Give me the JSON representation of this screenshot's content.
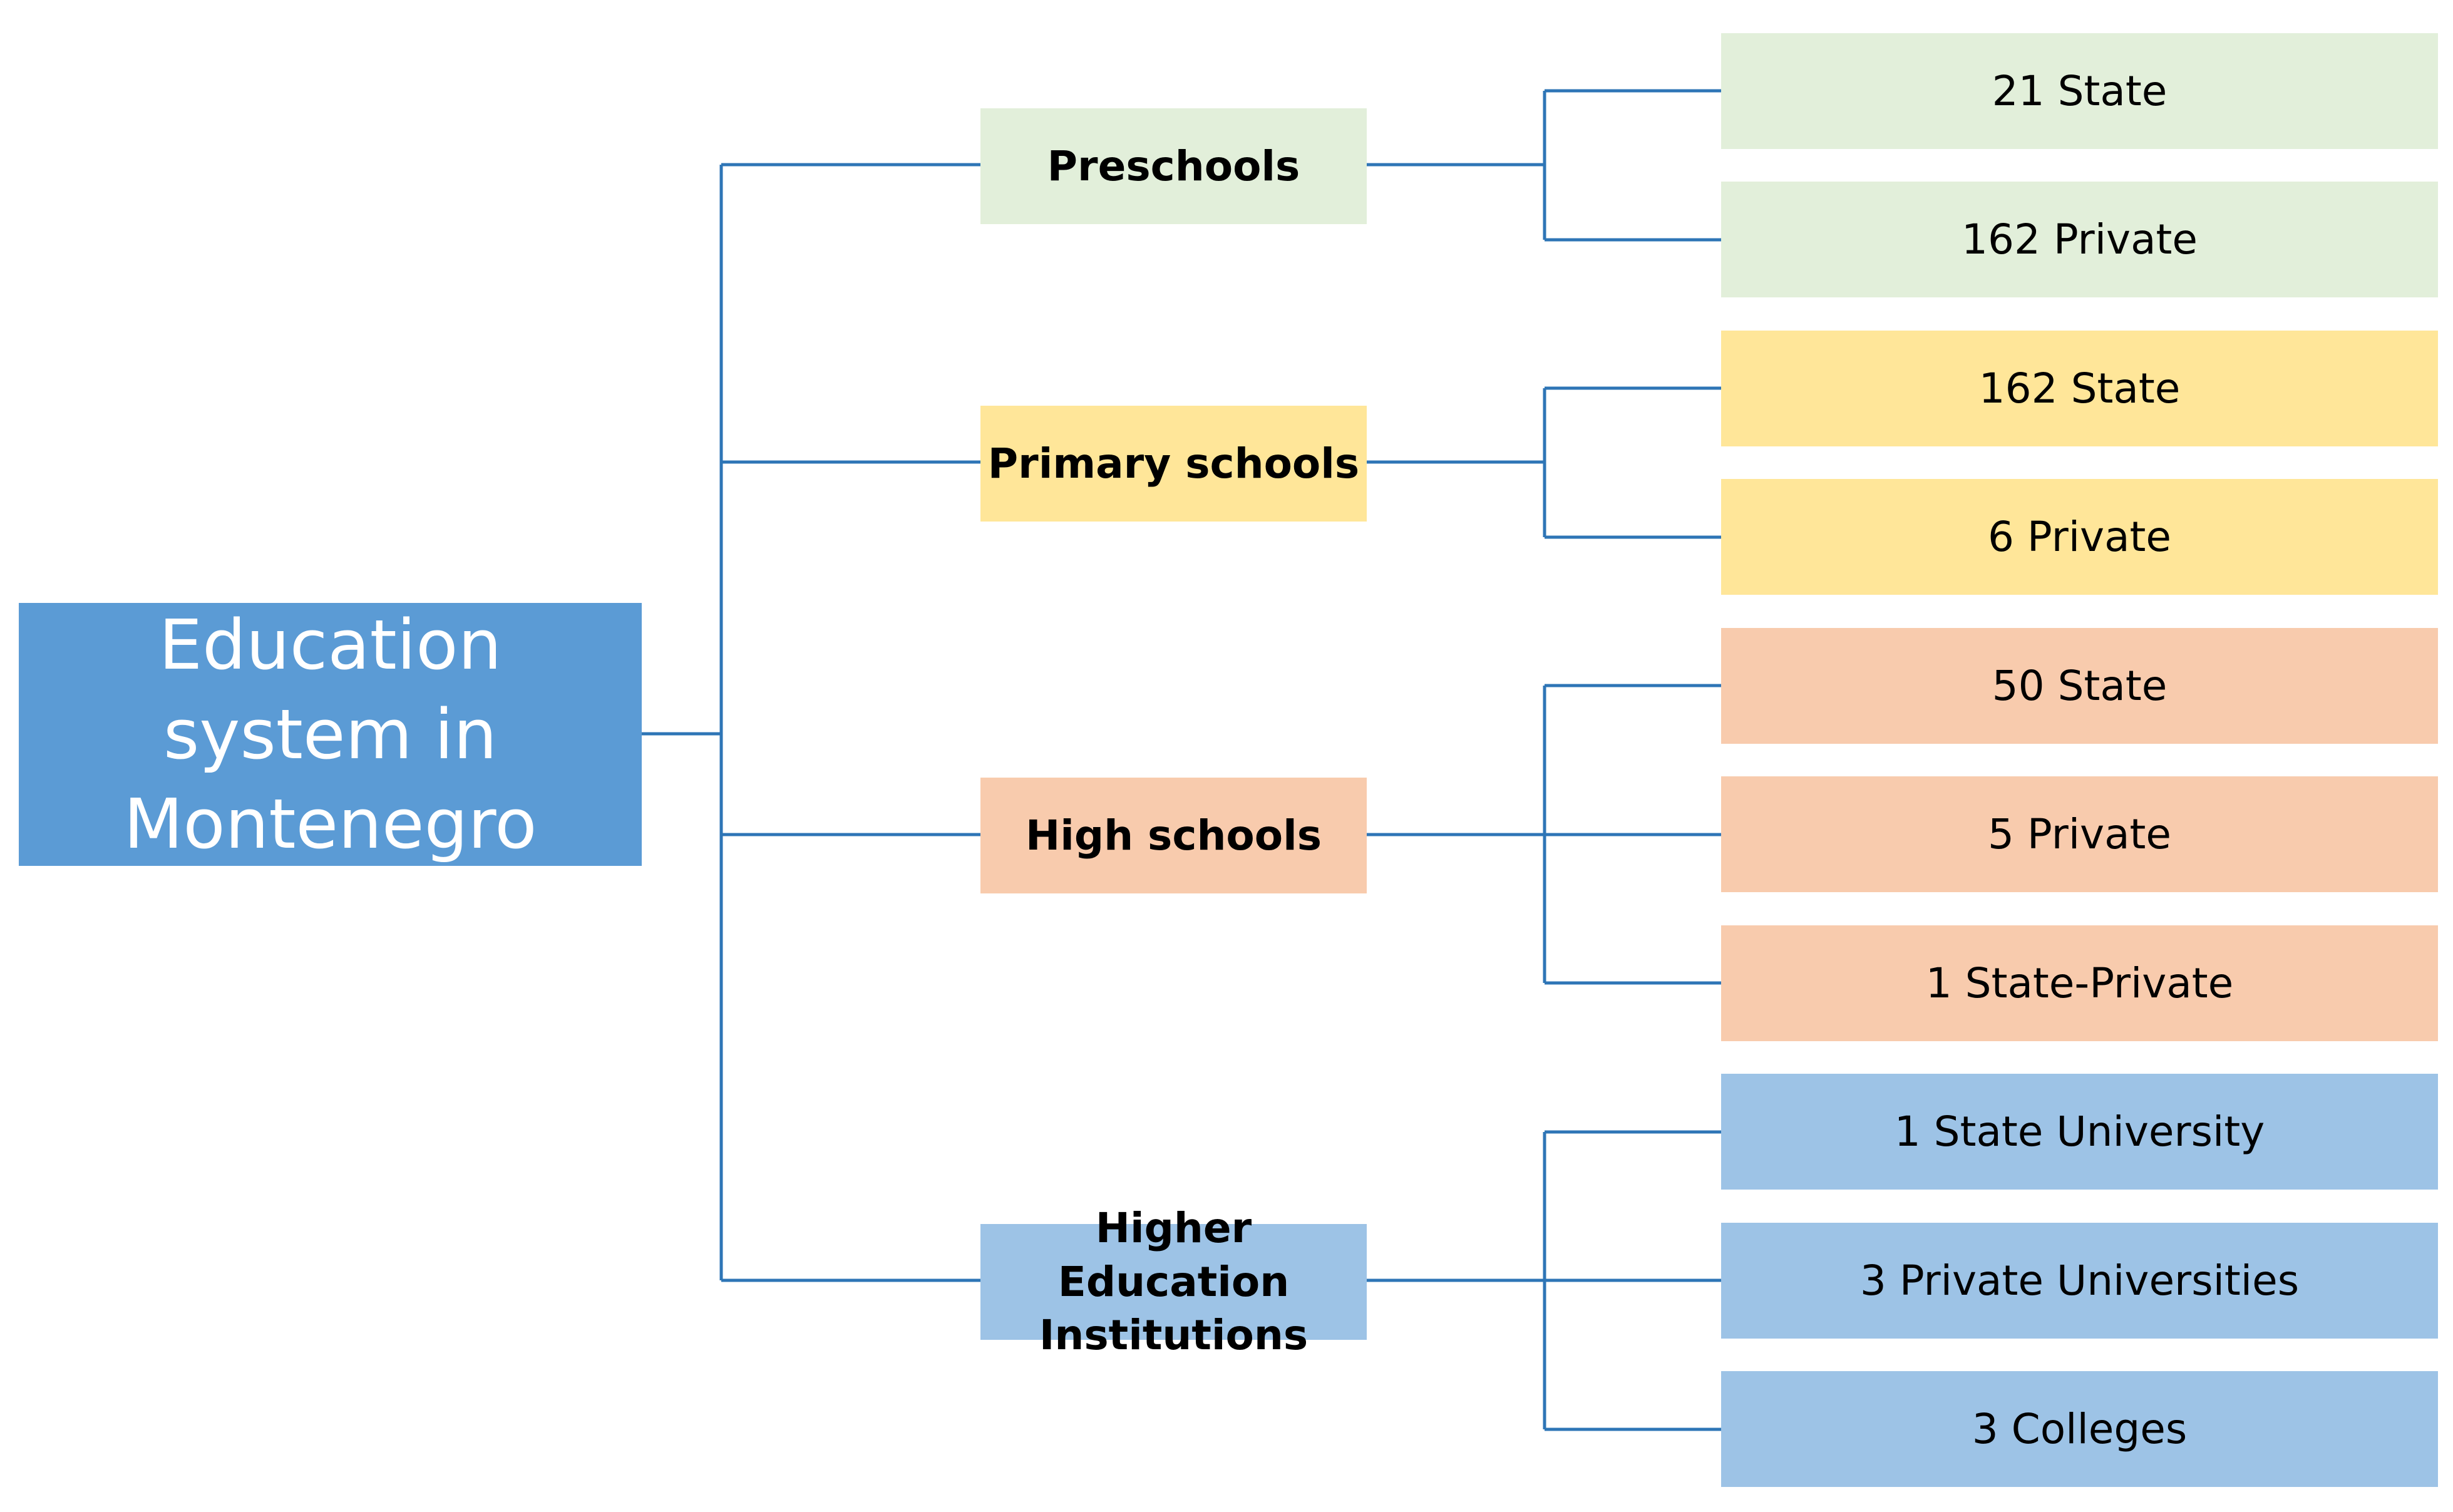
{
  "diagram": {
    "root_label": "Education system in Montenegro",
    "line_color": "#2e75b6",
    "categories": [
      {
        "label": "Preschools",
        "color": "#e2efda",
        "children": [
          "21 State",
          "162 Private"
        ]
      },
      {
        "label": "Primary schools",
        "color": "#ffe699",
        "children": [
          "162 State",
          "6 Private"
        ]
      },
      {
        "label": "High schools",
        "color": "#f8cbad",
        "children": [
          "50 State",
          "5 Private",
          "1 State-Private"
        ]
      },
      {
        "label": "Higher Education Institutions",
        "color": "#9dc3e6",
        "children": [
          "1 State University",
          "3 Private Universities",
          "3 Colleges"
        ]
      }
    ]
  }
}
